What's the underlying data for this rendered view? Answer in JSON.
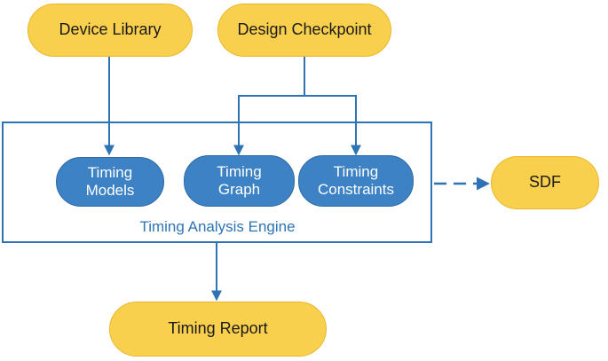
{
  "inputs": {
    "device_library": "Device Library",
    "design_checkpoint": "Design Checkpoint"
  },
  "engine": {
    "label": "Timing Analysis Engine",
    "blocks": {
      "timing_models": [
        "Timing",
        "Models"
      ],
      "timing_graph": [
        "Timing",
        "Graph"
      ],
      "timing_constraints": [
        "Timing",
        "Constraints"
      ]
    }
  },
  "outputs": {
    "sdf": "SDF",
    "timing_report": "Timing Report"
  },
  "colors": {
    "input_fill": "#F9CF4E",
    "block_fill": "#3C82C4",
    "line": "#2E74B5"
  }
}
